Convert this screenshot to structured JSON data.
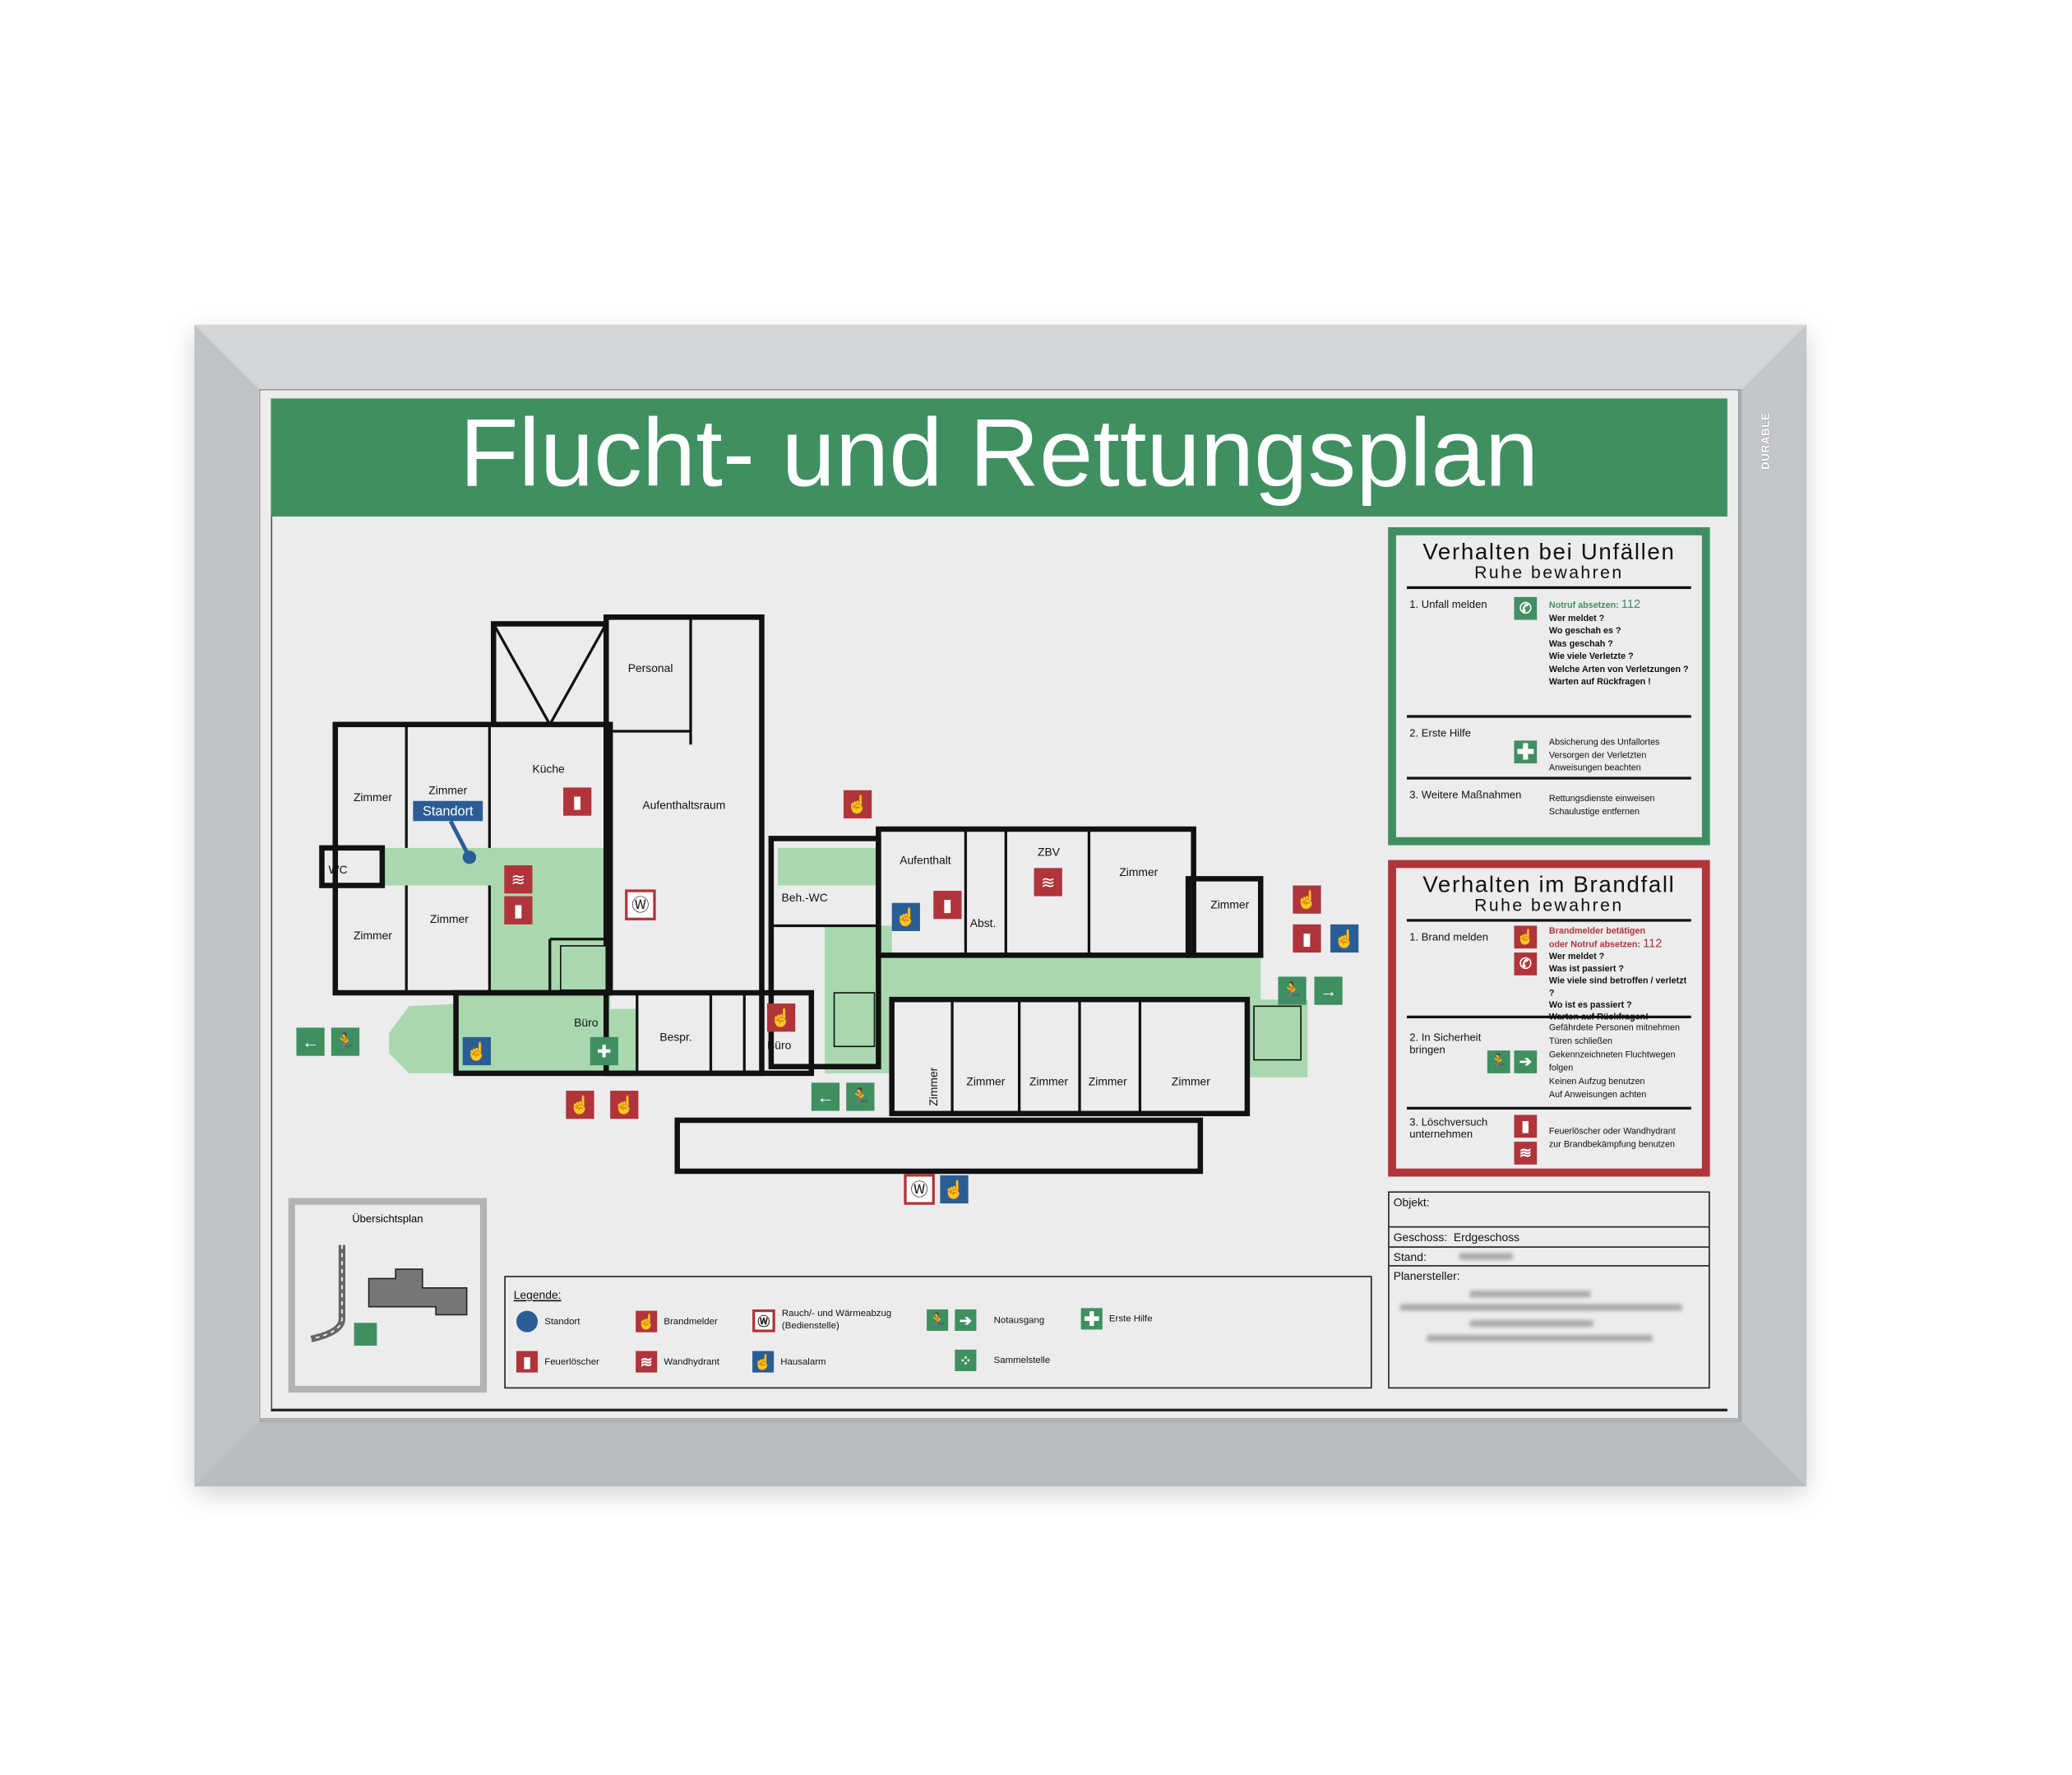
{
  "brand": "DURABLE",
  "title": "Flucht- und Rettungsplan",
  "colors": {
    "safety_green": "#3f8f61",
    "fire_red": "#b0343a",
    "alarm_blue": "#2a5d94",
    "corridor_green": "#a9d8b0"
  },
  "accident_panel": {
    "heading": "Verhalten bei Unfällen",
    "subheading": "Ruhe bewahren",
    "sections": [
      {
        "label": "1. Unfall melden",
        "icons": [
          "emergency-phone-icon"
        ],
        "highlight": "Notruf absetzen:",
        "number": "112",
        "lines": [
          "Wer meldet ?",
          "Wo geschah es ?",
          "Was geschah ?",
          "Wie viele Verletzte ?",
          "Welche Arten von Verletzungen ?",
          "Warten auf Rückfragen !"
        ]
      },
      {
        "label": "2. Erste Hilfe",
        "icons": [
          "first-aid-icon"
        ],
        "lines": [
          "Absicherung des Unfallortes",
          "Versorgen der Verletzten",
          "Anweisungen beachten"
        ]
      },
      {
        "label": "3. Weitere Maßnahmen",
        "lines": [
          "Rettungsdienste einweisen",
          "Schaulustige entfernen"
        ]
      }
    ]
  },
  "fire_panel": {
    "heading": "Verhalten im Brandfall",
    "subheading": "Ruhe bewahren",
    "sections": [
      {
        "label": "1. Brand melden",
        "icons": [
          "fire-alarm-icon",
          "fire-phone-icon"
        ],
        "highlight": "Brandmelder betätigen",
        "highlight2": "oder Notruf absetzen:",
        "number": "112",
        "lines": [
          "Wer meldet ?",
          "Was ist passiert ?",
          "Wie viele sind betroffen / verletzt ?",
          "Wo ist es passiert ?",
          "Warten auf Rückfragen!"
        ]
      },
      {
        "label": "2. In Sicherheit bringen",
        "icons": [
          "emergency-exit-icon",
          "arrow-right-icon"
        ],
        "lines": [
          "Gefährdete Personen mitnehmen",
          "Türen schließen",
          "Gekennzeichneten Fluchtwegen folgen",
          "Keinen Aufzug benutzen",
          "Auf Anweisungen achten"
        ]
      },
      {
        "label": "3. Löschversuch unternehmen",
        "icons": [
          "fire-extinguisher-icon",
          "wall-hydrant-icon"
        ],
        "lines": [
          "Feuerlöscher oder Wandhydrant",
          "zur Brandbekämpfung benutzen"
        ]
      }
    ]
  },
  "info": {
    "objekt_label": "Objekt:",
    "geschoss_label": "Geschoss:",
    "geschoss_value": "Erdgeschoss",
    "stand_label": "Stand:",
    "planersteller_label": "Planersteller:"
  },
  "overview": {
    "label": "Übersichtsplan"
  },
  "legend": {
    "title": "Legende:",
    "items": [
      {
        "label": "Standort",
        "icon": "location-dot-icon"
      },
      {
        "label": "Brandmelder",
        "icon": "fire-alarm-icon"
      },
      {
        "label": "Rauch/- und Wärmeabzug (Bedienstelle)",
        "icon": "smoke-vent-icon"
      },
      {
        "label": "Notausgang",
        "icon": "emergency-exit-icon"
      },
      {
        "label": "Erste Hilfe",
        "icon": "first-aid-icon"
      },
      {
        "label": "Feuerlöscher",
        "icon": "fire-extinguisher-icon"
      },
      {
        "label": "Wandhydrant",
        "icon": "wall-hydrant-icon"
      },
      {
        "label": "Hausalarm",
        "icon": "house-alarm-icon"
      },
      {
        "label": "Sammelstelle",
        "icon": "assembly-point-icon"
      }
    ]
  },
  "map": {
    "standort": "Standort",
    "rooms": [
      "Personal",
      "Küche",
      "Aufenthaltsraum",
      "Zimmer",
      "Zimmer",
      "WC",
      "Zimmer",
      "Zimmer",
      "Büro",
      "Bespr.",
      "Büro",
      "Beh.-WC",
      "Aufenthalt",
      "ZBV",
      "Zimmer",
      "Zimmer",
      "Abst.",
      "Zimmer",
      "Zimmer",
      "Zimmer",
      "Zimmer",
      "Zimmer"
    ]
  }
}
